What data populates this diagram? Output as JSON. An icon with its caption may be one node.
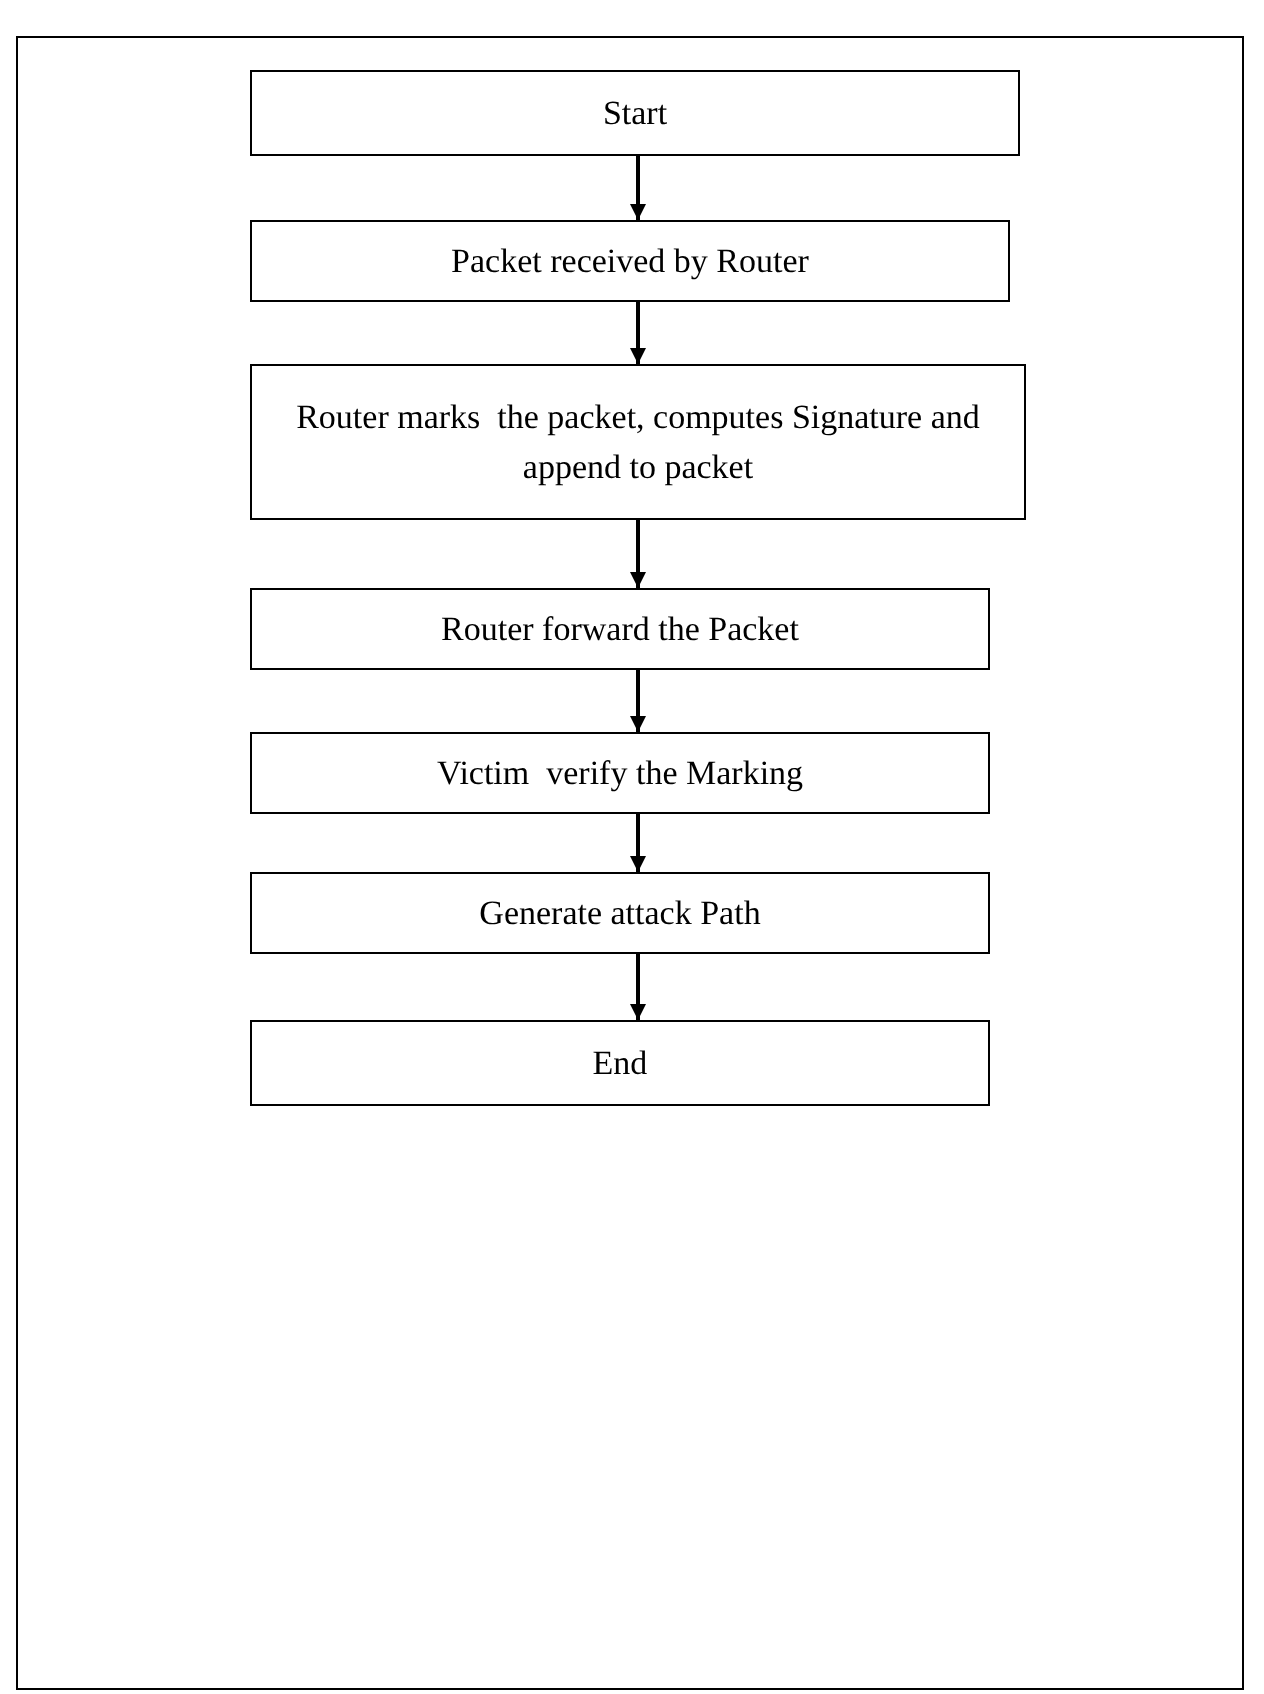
{
  "diagram": {
    "nodes": [
      {
        "text": [
          "Start"
        ]
      },
      {
        "text": [
          "Packet received by Router"
        ]
      },
      {
        "text": [
          "Router marks  the packet, computes Signature and append to packet"
        ]
      },
      {
        "text": [
          "Router forward the Packet"
        ]
      },
      {
        "text": [
          "Victim  verify the Marking"
        ]
      },
      {
        "text": [
          "Generate attack Path"
        ]
      },
      {
        "text": [
          "End"
        ]
      }
    ],
    "edges": [
      {
        "from": 0,
        "to": 1,
        "arrow": "to"
      },
      {
        "from": 1,
        "to": 2,
        "arrow": "to"
      },
      {
        "from": 2,
        "to": 3,
        "arrow": "to"
      },
      {
        "from": 3,
        "to": 4,
        "arrow": "to"
      },
      {
        "from": 4,
        "to": 5,
        "arrow": "to"
      },
      {
        "from": 5,
        "to": 6,
        "arrow": "to"
      }
    ]
  }
}
